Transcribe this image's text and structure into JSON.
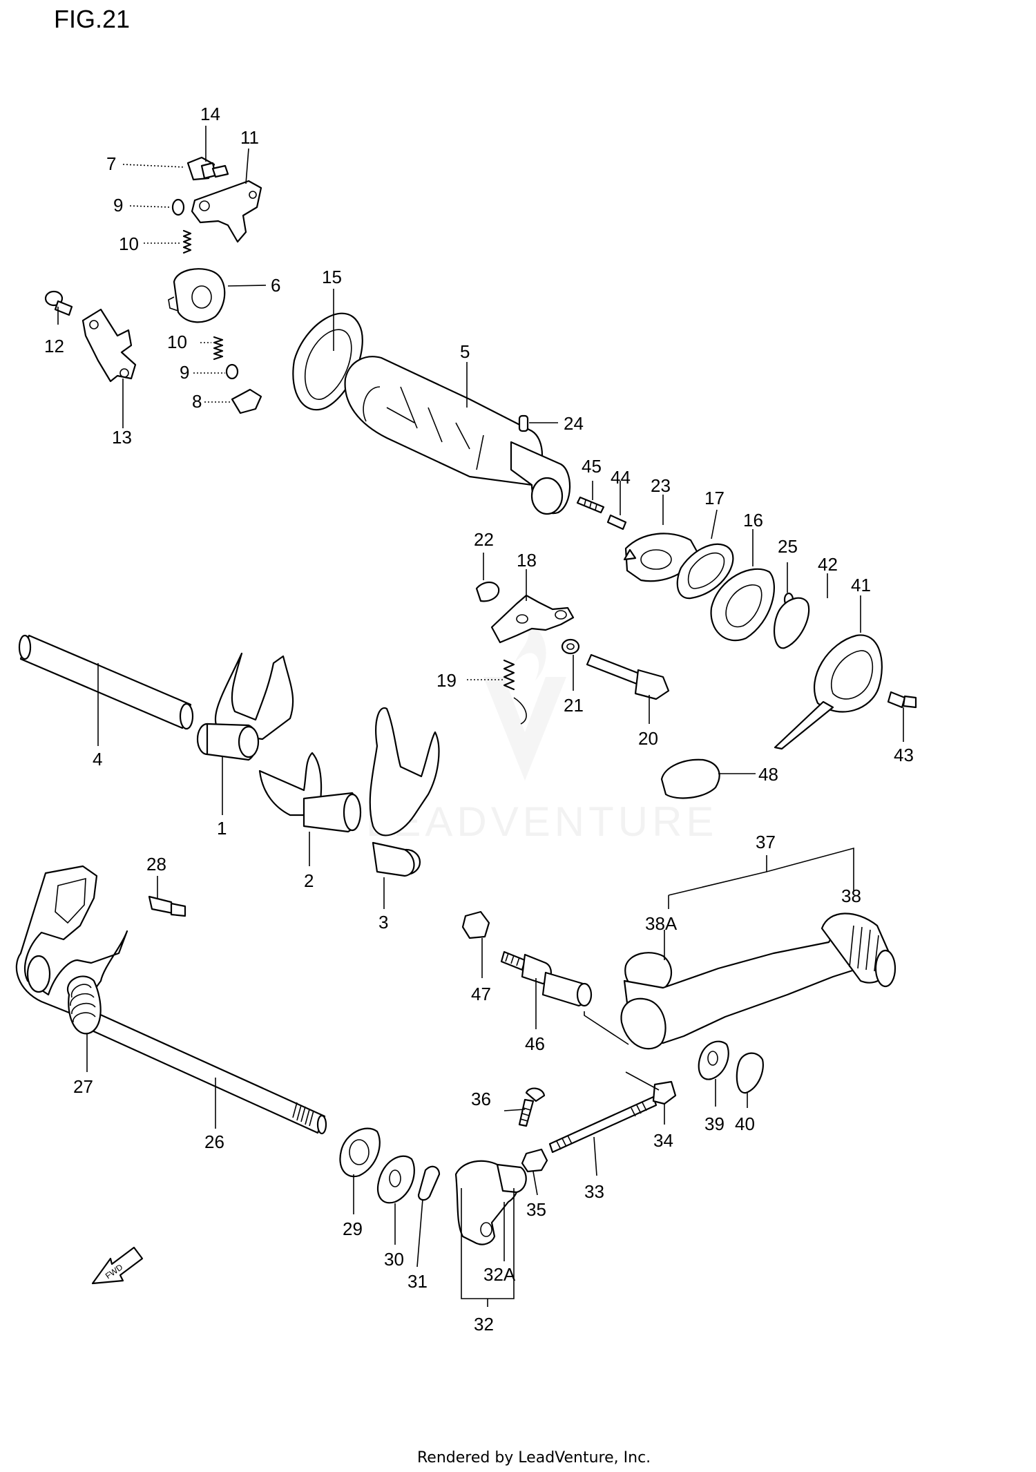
{
  "figure": {
    "title": "FIG.21"
  },
  "footer": {
    "text": "Rendered by LeadVenture, Inc."
  },
  "watermark": {
    "text": "LEADVENTURE"
  },
  "fwd_badge": {
    "text": "FWD"
  },
  "callouts": {
    "c1": "1",
    "c2": "2",
    "c3": "3",
    "c4": "4",
    "c5": "5",
    "c6": "6",
    "c7": "7",
    "c8": "8",
    "c9a": "9",
    "c9b": "9",
    "c10a": "10",
    "c10b": "10",
    "c11": "11",
    "c12": "12",
    "c13": "13",
    "c14": "14",
    "c15": "15",
    "c16": "16",
    "c17": "17",
    "c18": "18",
    "c19": "19",
    "c20": "20",
    "c21": "21",
    "c22": "22",
    "c23": "23",
    "c24": "24",
    "c25": "25",
    "c26": "26",
    "c27": "27",
    "c28": "28",
    "c29": "29",
    "c30": "30",
    "c31": "31",
    "c32": "32",
    "c32a": "32A",
    "c33": "33",
    "c34": "34",
    "c35": "35",
    "c36": "36",
    "c37": "37",
    "c38": "38",
    "c38a": "38A",
    "c39": "39",
    "c40": "40",
    "c41": "41",
    "c42": "42",
    "c43": "43",
    "c44": "44",
    "c45": "45",
    "c46": "46",
    "c47": "47",
    "c48": "48"
  }
}
